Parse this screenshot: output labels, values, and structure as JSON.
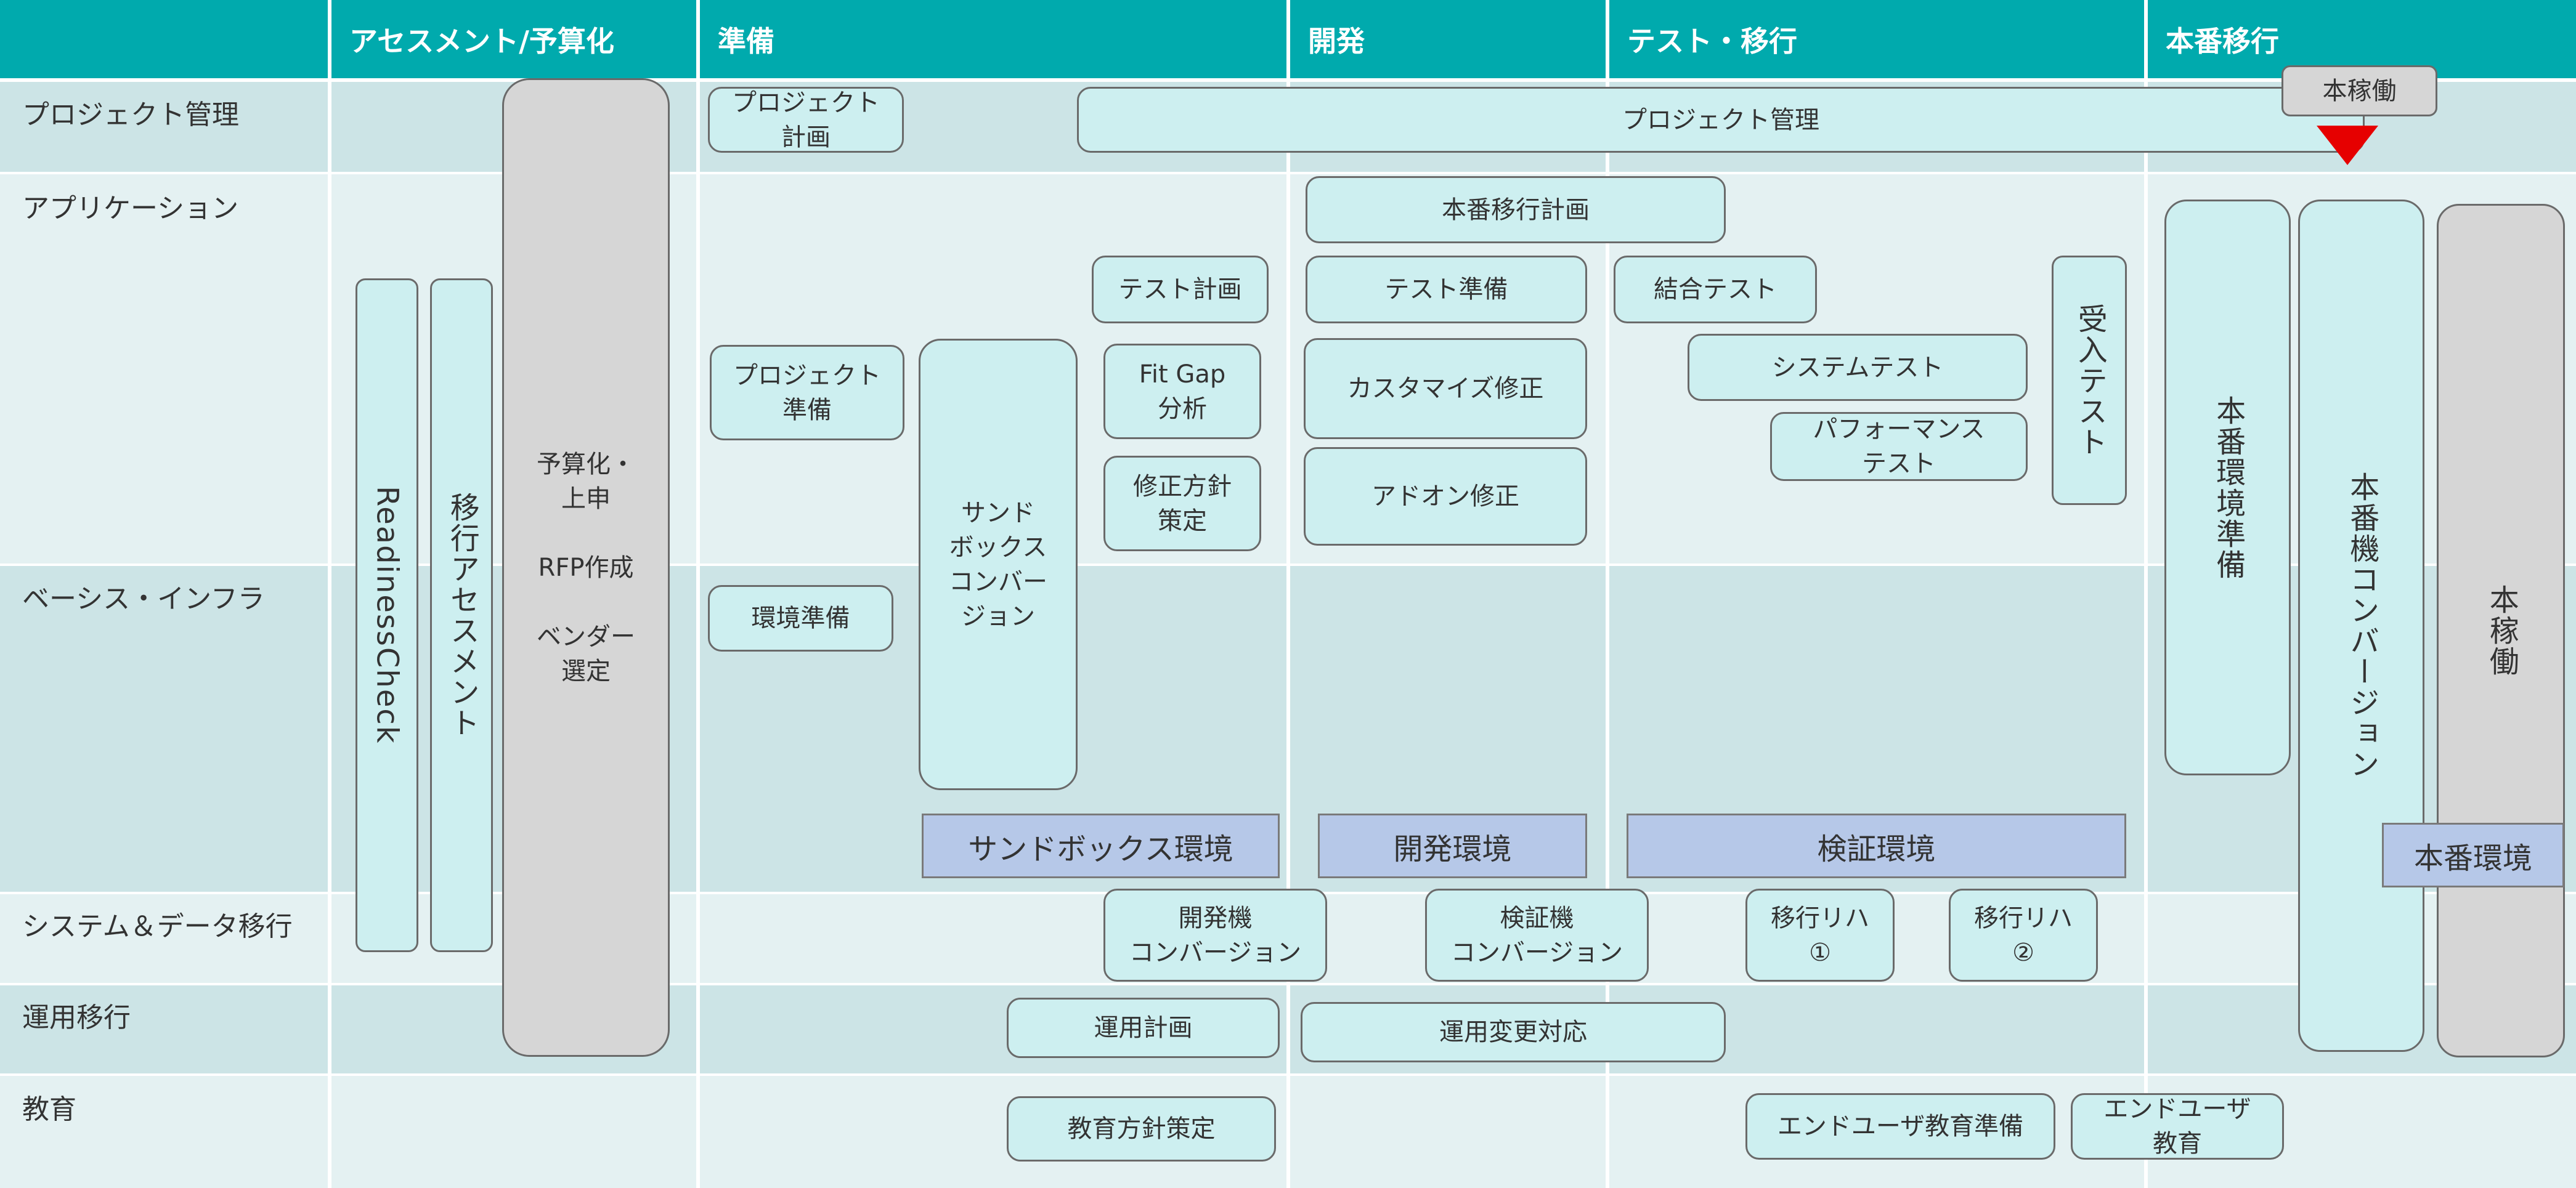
{
  "phases": [
    "アセスメント/予算化",
    "準備",
    "開発",
    "テスト・移行",
    "本番移行"
  ],
  "rows": [
    "プロジェクト管理",
    "アプリケーション",
    "ベーシス・インフラ",
    "システム＆データ移行",
    "運用移行",
    "教育"
  ],
  "tasks": {
    "readiness_check": "ReadinessCheck",
    "migration_assessment": "移行アセスメント",
    "budget": "予算化・\n上申\n\nRFP作成\n\nベンダー\n選定",
    "project_plan": "プロジェクト\n計画",
    "project_management": "プロジェクト管理",
    "go_live_milestone": "本稼働",
    "prod_migration_plan": "本番移行計画",
    "test_plan": "テスト計画",
    "test_prep": "テスト準備",
    "integration_test": "結合テスト",
    "project_prep": "プロジェクト\n準備",
    "sandbox_conversion": "サンド\nボックス\nコンバー\nジョン",
    "fit_gap": "Fit Gap\n分析",
    "customize_fix": "カスタマイズ修正",
    "system_test": "システムテスト",
    "acceptance_test": "受入テスト",
    "fix_policy": "修正方針\n策定",
    "addon_fix": "アドオン修正",
    "performance_test": "パフォーマンス\nテスト",
    "prod_env_prep": "本番環境準備",
    "prod_conversion": "本番機コンバージョン",
    "go_live": "本稼働",
    "env_prep": "環境準備",
    "dev_conversion": "開発機\nコンバージョン",
    "qa_conversion": "検証機\nコンバージョン",
    "rehearsal_1": "移行リハ\n①",
    "rehearsal_2": "移行リハ\n②",
    "ops_plan": "運用計画",
    "ops_change": "運用変更対応",
    "edu_policy": "教育方針策定",
    "enduser_edu_prep": "エンドユーザ教育準備",
    "enduser_edu": "エンドユーザ\n教育"
  },
  "environments": {
    "sandbox": "サンドボックス環境",
    "dev": "開発環境",
    "qa": "検証環境",
    "prod": "本番環境"
  },
  "colors": {
    "header": "#00aaad",
    "row_light": "#e4f1f2",
    "row_dark": "#cce4e6",
    "task": "#cdeff0",
    "env": "#b6c8e8",
    "milestone": "#e60000"
  }
}
